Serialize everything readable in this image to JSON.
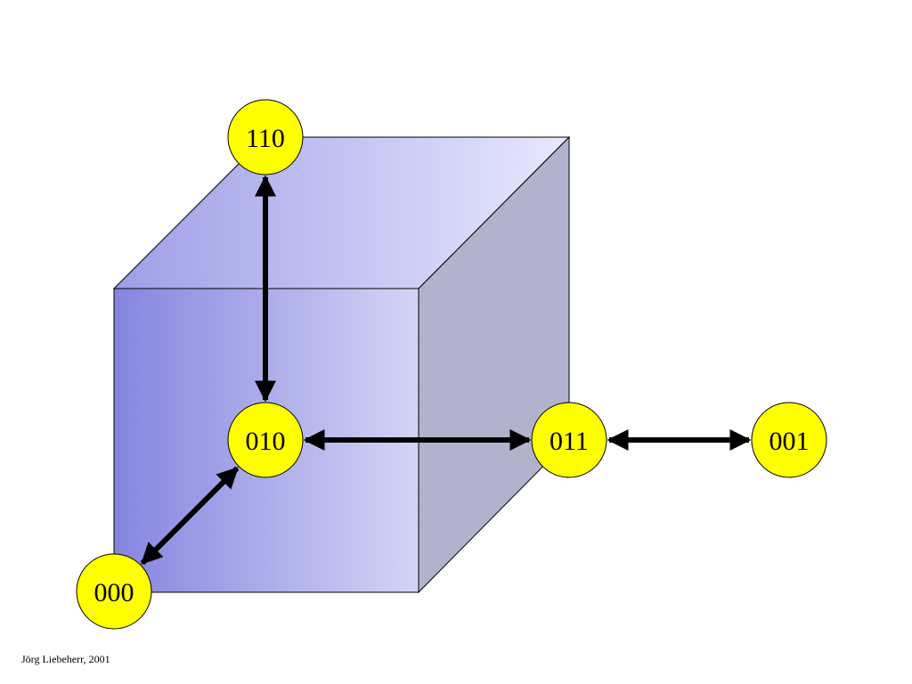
{
  "colors": {
    "node_fill": "#ffff00",
    "front_face_start": "#8585e0",
    "front_face_end": "#d4d4f6",
    "top_face_start": "#9e9ee6",
    "top_face_end": "#e8e8ff",
    "side_face": "#b2b2cc",
    "edge_stroke": "#000000"
  },
  "diagram": {
    "nodes": [
      {
        "id": "110",
        "label": "110"
      },
      {
        "id": "010",
        "label": "010"
      },
      {
        "id": "011",
        "label": "011"
      },
      {
        "id": "001",
        "label": "001"
      },
      {
        "id": "000",
        "label": "000"
      }
    ],
    "edges": [
      {
        "from": "110",
        "to": "010",
        "bidirectional": true
      },
      {
        "from": "010",
        "to": "011",
        "bidirectional": true
      },
      {
        "from": "011",
        "to": "001",
        "bidirectional": true
      },
      {
        "from": "010",
        "to": "000",
        "bidirectional": true
      }
    ]
  },
  "footer": {
    "credit": "Jörg Liebeherr, 2001"
  }
}
